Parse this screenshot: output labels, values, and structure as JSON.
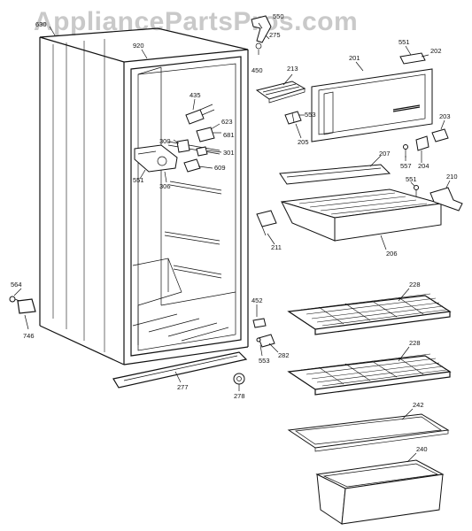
{
  "watermark": "AppliancePartsPros.com",
  "parts": {
    "p630": "630",
    "p920": "920",
    "p550": "550",
    "p275": "275",
    "p450": "450",
    "p435": "435",
    "p623": "623",
    "p681": "681",
    "p300": "300",
    "p301": "301",
    "p609": "609",
    "p551a": "551",
    "p306": "306",
    "p213": "213",
    "p553a": "553",
    "p205": "205",
    "p201": "201",
    "p551b": "551",
    "p202": "202",
    "p203": "203",
    "p557": "557",
    "p204": "204",
    "p207": "207",
    "p551c": "551",
    "p210": "210",
    "p211": "211",
    "p206": "206",
    "p228a": "228",
    "p452": "452",
    "p553b": "553",
    "p282": "282",
    "p228b": "228",
    "p242": "242",
    "p240": "240",
    "p564": "564",
    "p746": "746",
    "p277": "277",
    "p278": "278"
  }
}
